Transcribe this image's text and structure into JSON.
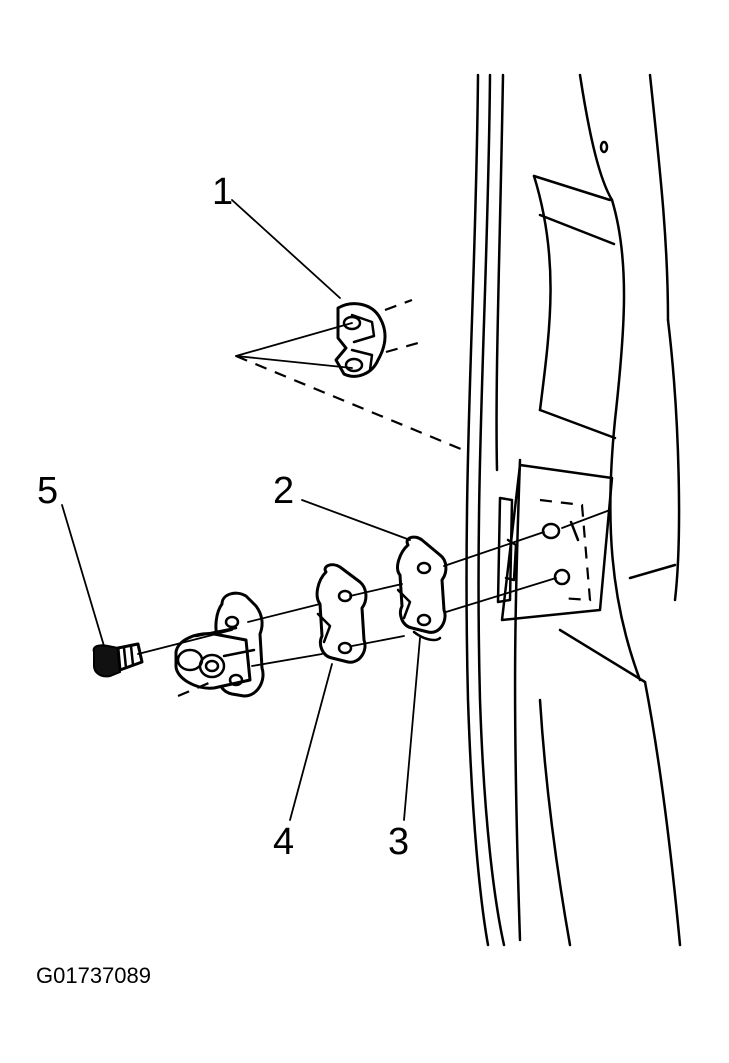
{
  "callouts": {
    "c1": "1",
    "c2": "2",
    "c3": "3",
    "c4": "4",
    "c5": "5"
  },
  "figure_id": "G01737089"
}
